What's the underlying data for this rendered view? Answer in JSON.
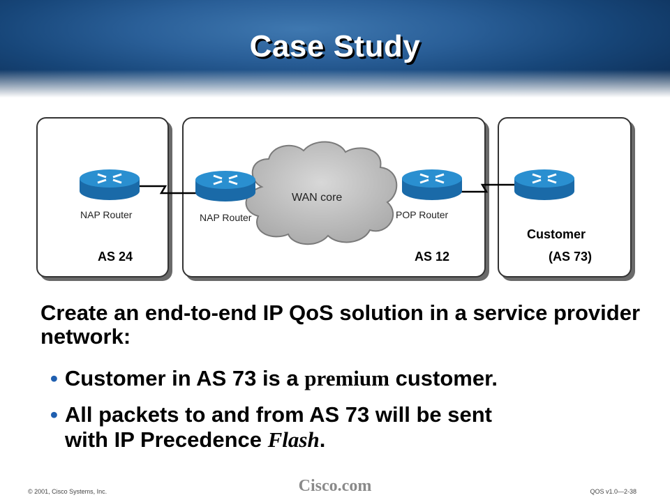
{
  "header": {
    "title": "Case Study"
  },
  "diagram": {
    "as24_label": "AS 24",
    "as12_label": "AS 12",
    "customer_label": "Customer",
    "as73_label": "(AS 73)",
    "cloud_label": "WAN core",
    "routers": [
      "NAP Router",
      "NAP Router",
      "POP Router"
    ]
  },
  "body": {
    "intro": "Create an end-to-end IP QoS solution in a service provider network:",
    "bullet1": {
      "before": "Customer in AS 73 is a ",
      "emph": "premium",
      "after": " customer."
    },
    "bullet2": {
      "line1": "All packets to and from AS 73 will be sent",
      "line2_before": "with IP Precedence ",
      "emph": "Flash",
      "after": "."
    }
  },
  "footer": {
    "copyright": "© 2001, Cisco Systems, Inc.",
    "logo": "Cisco.com",
    "slide_id": "QOS v1.0—2-38"
  },
  "colors": {
    "router": "#2a8fd0",
    "router_dark": "#1a6aa8",
    "bullet": "#1f5fb0",
    "header": "#1c4c80"
  }
}
